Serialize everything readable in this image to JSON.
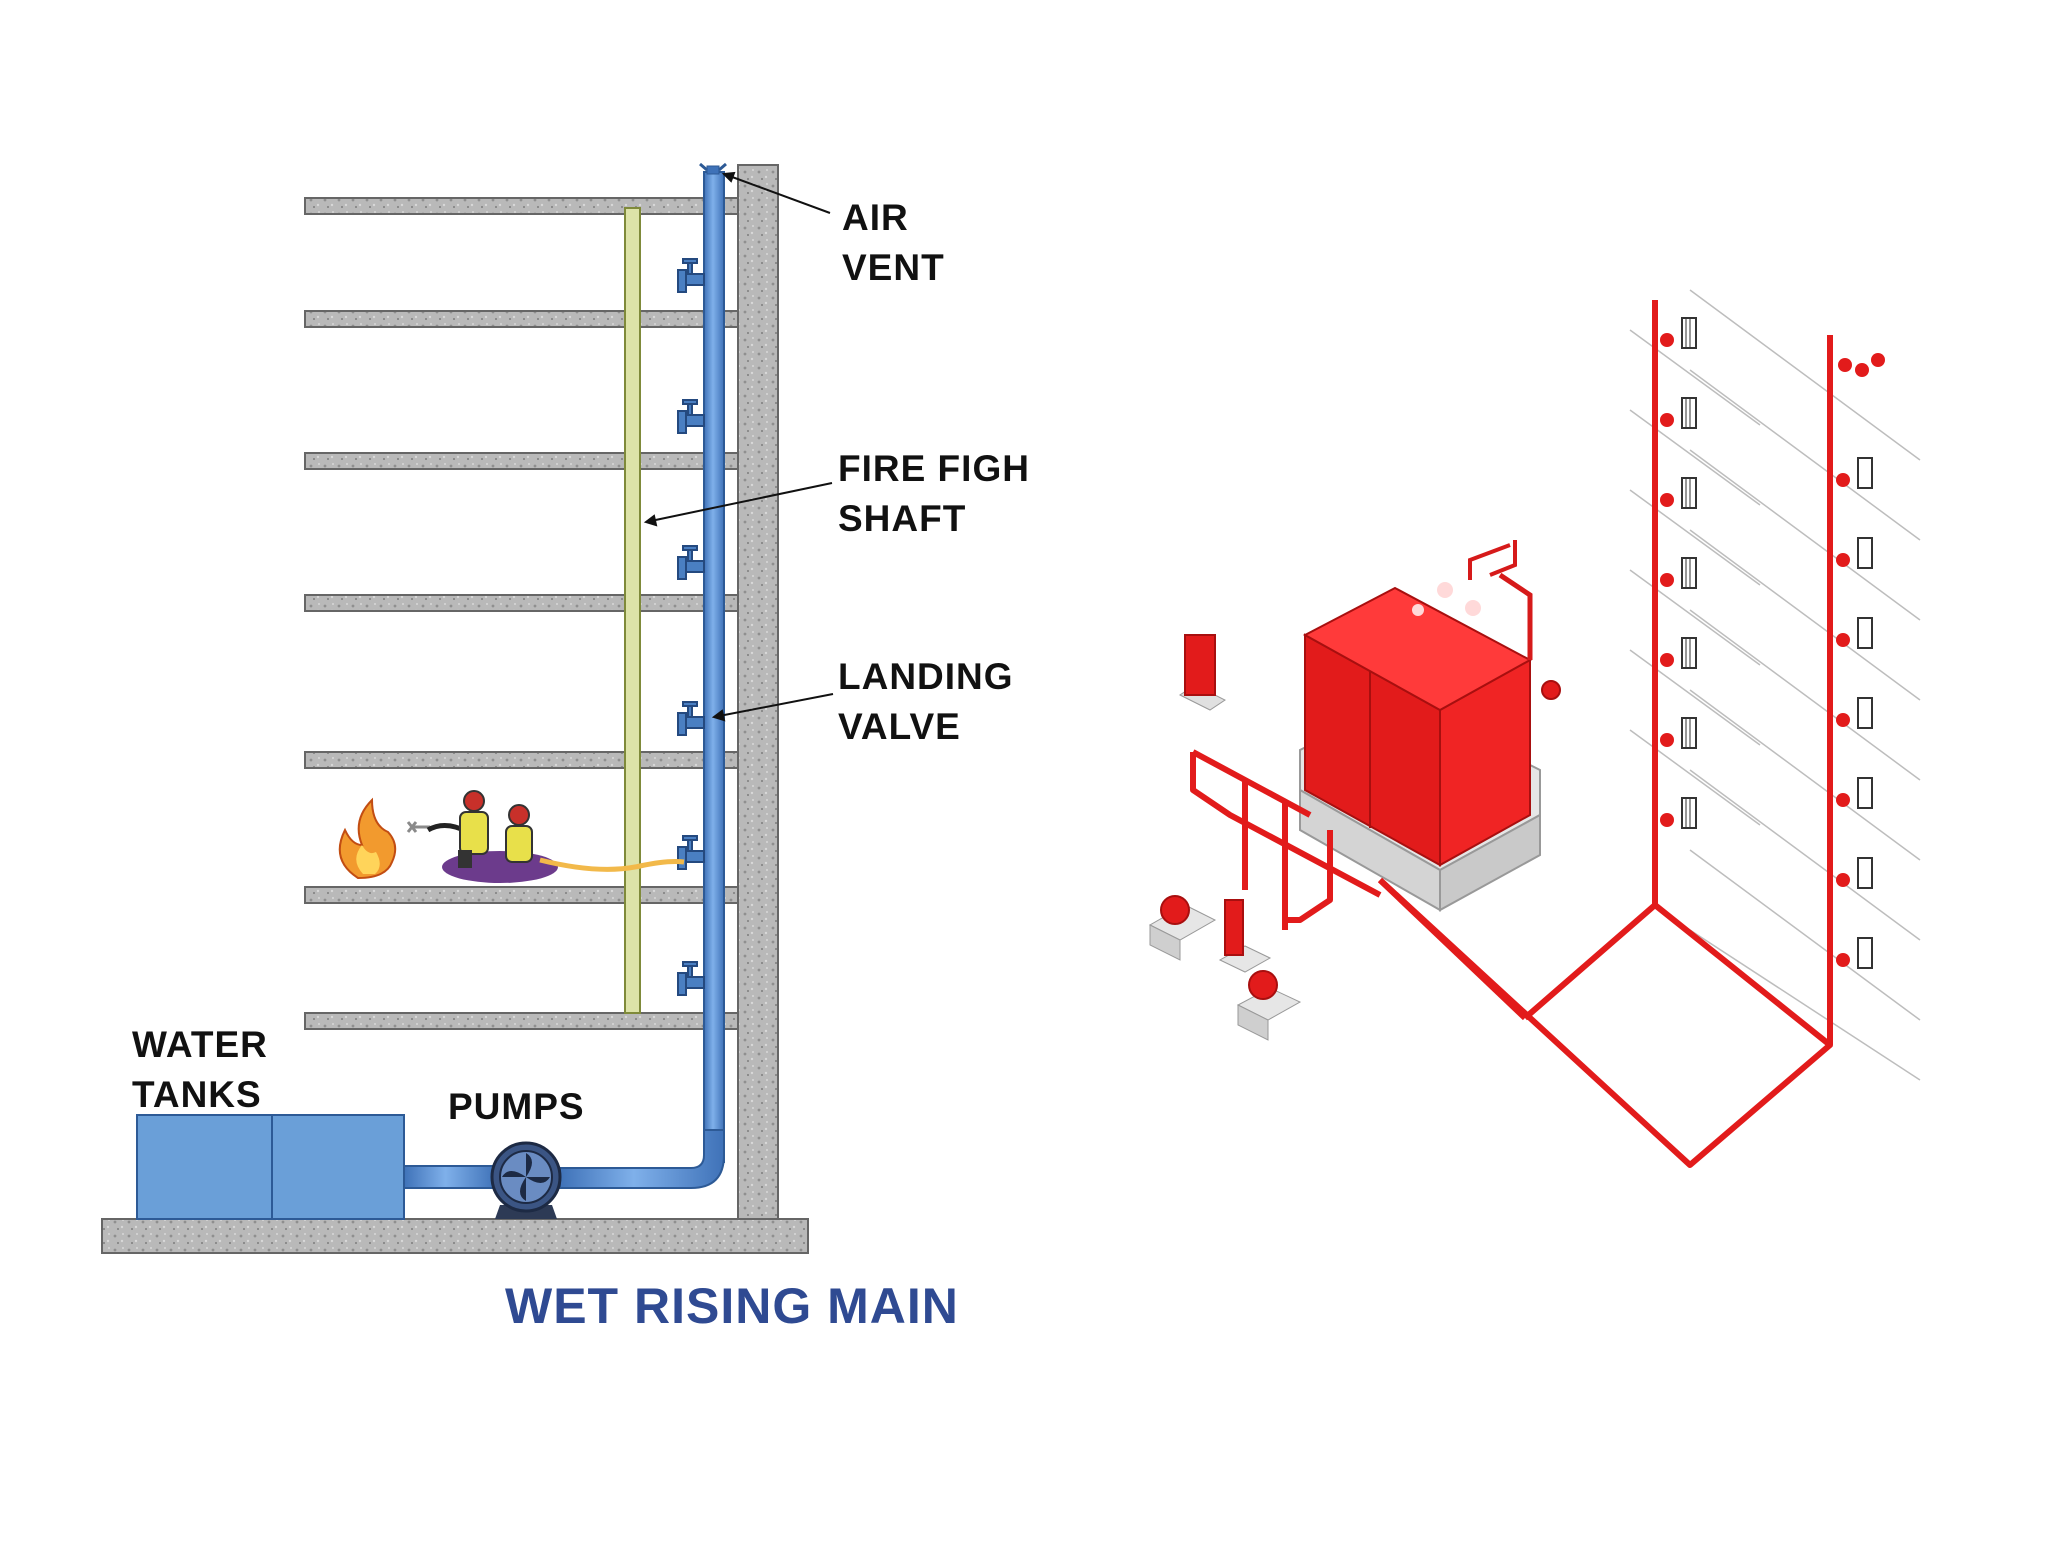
{
  "diagram": {
    "title": "WET RISING MAIN",
    "labels": {
      "air_vent": [
        "AIR",
        "VENT"
      ],
      "fire_shaft": [
        "FIRE FIGH",
        "SHAFT"
      ],
      "landing_valve": [
        "LANDING",
        "VALVE"
      ],
      "water_tanks": [
        "WATER",
        "TANKS"
      ],
      "pumps": "PUMPS"
    },
    "colors": {
      "rising_main_pipe": "#5b8fd2",
      "fire_shaft": "#dde3a8",
      "water_tank": "#6a9fd8",
      "concrete": "#b5b5b5",
      "title": "#2f4a92",
      "isometric_red": "#ee1c1c"
    },
    "icons": [
      "air-vent-icon",
      "landing-valve-icon",
      "fire-icon",
      "firefighter-icon",
      "pump-fan-icon",
      "fire-hose-cabinet-icon"
    ]
  }
}
